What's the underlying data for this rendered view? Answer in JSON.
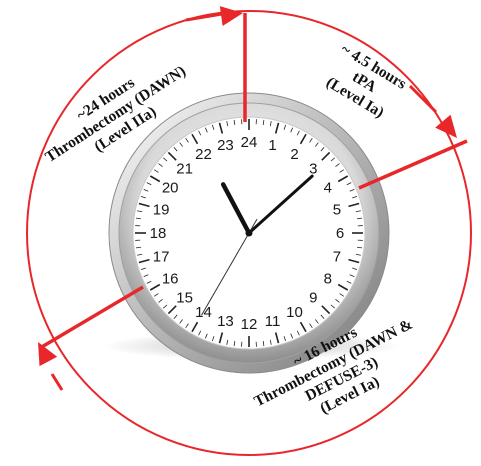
{
  "colors": {
    "arrow": "#e8272a",
    "bezel_light": "#f4f4f4",
    "bezel_dark": "#9a9a9a",
    "face": "#ffffff",
    "hands": "#111111"
  },
  "clock": {
    "dial_numbers": [
      "24",
      "1",
      "2",
      "3",
      "4",
      "5",
      "6",
      "7",
      "8",
      "9",
      "10",
      "11",
      "12",
      "13",
      "14",
      "15",
      "16",
      "17",
      "18",
      "19",
      "20",
      "21",
      "22",
      "23"
    ],
    "time_shown": {
      "hour": 22,
      "minute": 8,
      "second": 35
    }
  },
  "segments": [
    {
      "name": "tpa-window",
      "lines": [
        "~ 4.5 hours",
        "tPA",
        "(Level Ia)"
      ],
      "span_hours": 4.5
    },
    {
      "name": "thrombectomy-dawn-defuse3-window",
      "lines": [
        "~ 16 hours",
        "Thrombectomy (DAWN &",
        "DEFUSE-3)",
        "(Level Ia)"
      ],
      "span_hours": 16
    },
    {
      "name": "thrombectomy-dawn-window",
      "lines": [
        "~24 hours",
        "Thrombectomy (DAWN)",
        "(Level IIa)"
      ],
      "span_hours": 24
    }
  ]
}
